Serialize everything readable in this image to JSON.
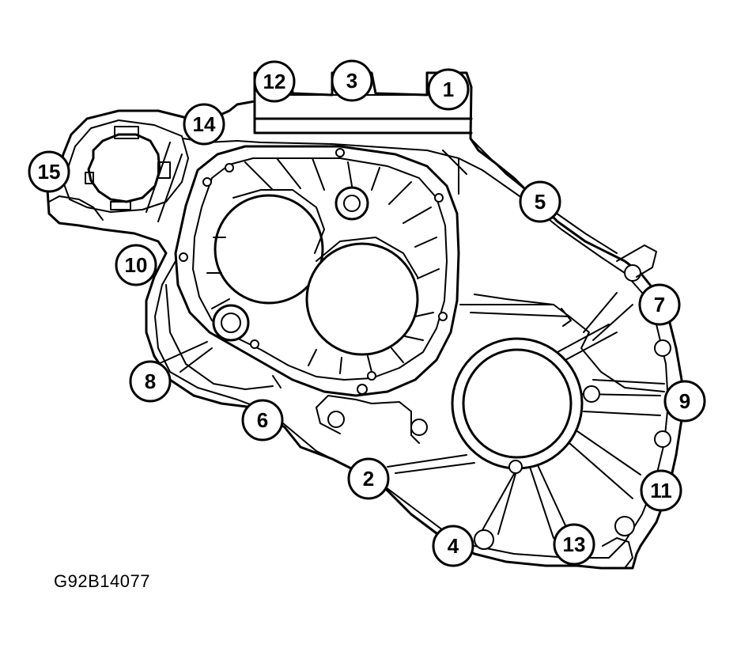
{
  "figure_id": "G92B14077",
  "callouts": [
    "1",
    "2",
    "3",
    "4",
    "5",
    "6",
    "7",
    "8",
    "9",
    "10",
    "11",
    "12",
    "13",
    "14",
    "15"
  ]
}
